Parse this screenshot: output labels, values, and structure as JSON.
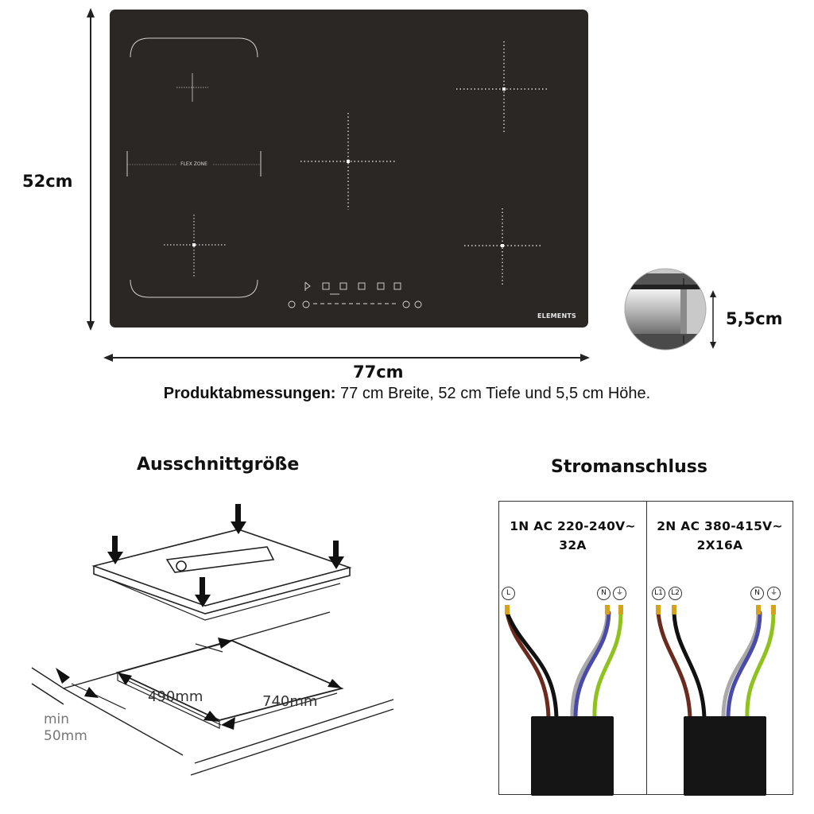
{
  "dimensions": {
    "height_label": "52cm",
    "width_label": "77cm",
    "depth_label": "5,5cm"
  },
  "hob": {
    "flex_zone_label": "FLEX ZONE",
    "brand": "ELEMENTS",
    "surface_color": "#2b2725"
  },
  "caption": {
    "bold": "Produktabmessungen:",
    "text": " 77 cm Breite, 52 cm Tiefe und 5,5 cm Höhe."
  },
  "cutout": {
    "title": "Ausschnittgröße",
    "depth_label": "490mm",
    "width_label": "740mm",
    "min_line1": "min",
    "min_line2": "50mm"
  },
  "power": {
    "title": "Stromanschluss",
    "option_1": {
      "line1": "1N AC 220-240V~",
      "line2": "32A",
      "terminals": [
        "L",
        "N",
        "⏚"
      ]
    },
    "option_2": {
      "line1": "2N AC 380-415V~",
      "line2": "2X16A",
      "terminals": [
        "L1",
        "L2",
        "N",
        "⏚"
      ]
    },
    "wire_colors": {
      "brown": "#6b2a1e",
      "black": "#111111",
      "grey": "#a9a9a9",
      "blue": "#4a4aa8",
      "green_yellow": "#8fc21f",
      "tip": "#d6a21e"
    }
  }
}
